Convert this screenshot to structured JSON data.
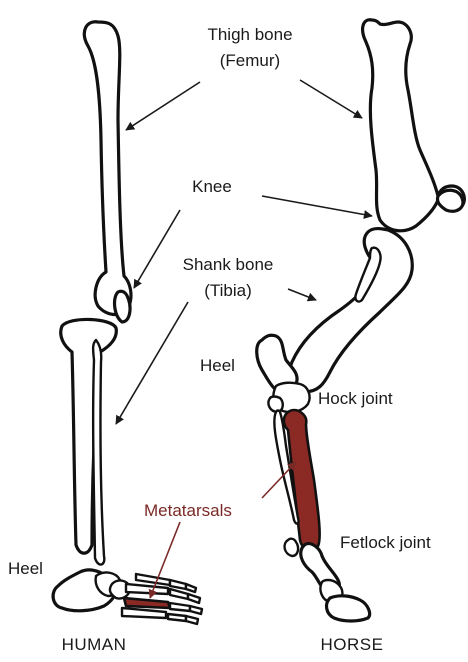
{
  "labels": {
    "thigh_line1": "Thigh bone",
    "thigh_line2": "(Femur)",
    "knee": "Knee",
    "shank_line1": "Shank bone",
    "shank_line2": "(Tibia)",
    "heel_horse": "Heel",
    "hock_joint": "Hock joint",
    "metatarsals": "Metatarsals",
    "fetlock_joint": "Fetlock joint",
    "heel_human": "Heel",
    "human": "HUMAN",
    "horse": "HORSE"
  },
  "colors": {
    "metatarsal_fill": "#8b2a25",
    "metatarsal_label": "#7a2a26",
    "outline": "#111111"
  }
}
